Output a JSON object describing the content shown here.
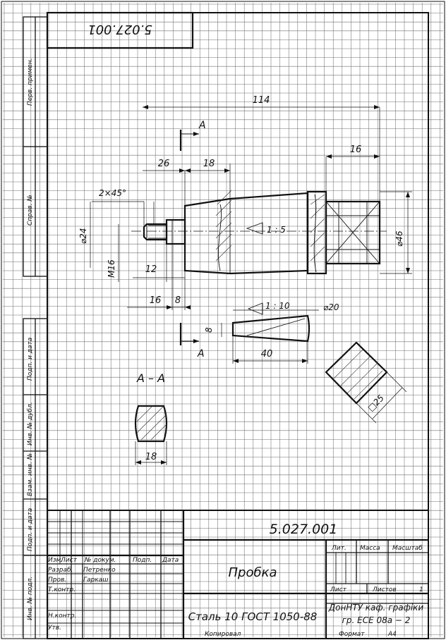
{
  "drawing": {
    "number": "5.027.001",
    "number_top_mirrored": "5.027.001",
    "title": "Пробка",
    "material": "Сталь 10  ГОСТ 1050-88",
    "organization_line1": "ДонНТУ каф. графіки",
    "organization_line2": "гр. ЕСЕ 08а − 2",
    "copied_label": "Копировал",
    "format_label": "Формат",
    "format_value": "А4"
  },
  "title_block": {
    "col_headers": [
      "Изм.",
      "Лист",
      "№ докум.",
      "Подп.",
      "Дата"
    ],
    "roles": [
      "Разраб.",
      "Пров.",
      "Т.контр.",
      "Н.контр.",
      "Утв."
    ],
    "developer": "Петренко",
    "checker": "Гаркаш",
    "lit_label": "Лит.",
    "mass_label": "Масса",
    "scale_label": "Масштаб",
    "sheet_label": "Лист",
    "sheets_label": "Листов",
    "sheets_value": "1"
  },
  "side_strip": {
    "top_labels": [
      "Перв. примен.",
      "Справ. №"
    ],
    "bottom_labels": [
      "Подп. и дата",
      "Инв. № дубл.",
      "Взам. инв. №",
      "Подп. и дата",
      "Инв. № подл."
    ]
  },
  "dimensions": {
    "total_length": "114",
    "d26": "26",
    "d18": "18",
    "d16_top": "16",
    "chamfer": "2×45°",
    "phi24": "⌀24",
    "m16": "М16",
    "d12": "12",
    "d16_bottom": "16",
    "d8": "8",
    "phi46": "⌀46",
    "taper_main": "1 : 5",
    "taper_detail": "1 : 10",
    "phi20": "⌀20",
    "detail_height": "8",
    "detail_length": "40",
    "square_side": "□25",
    "section_width": "18"
  },
  "section": {
    "letter": "А",
    "title": "А – А"
  }
}
